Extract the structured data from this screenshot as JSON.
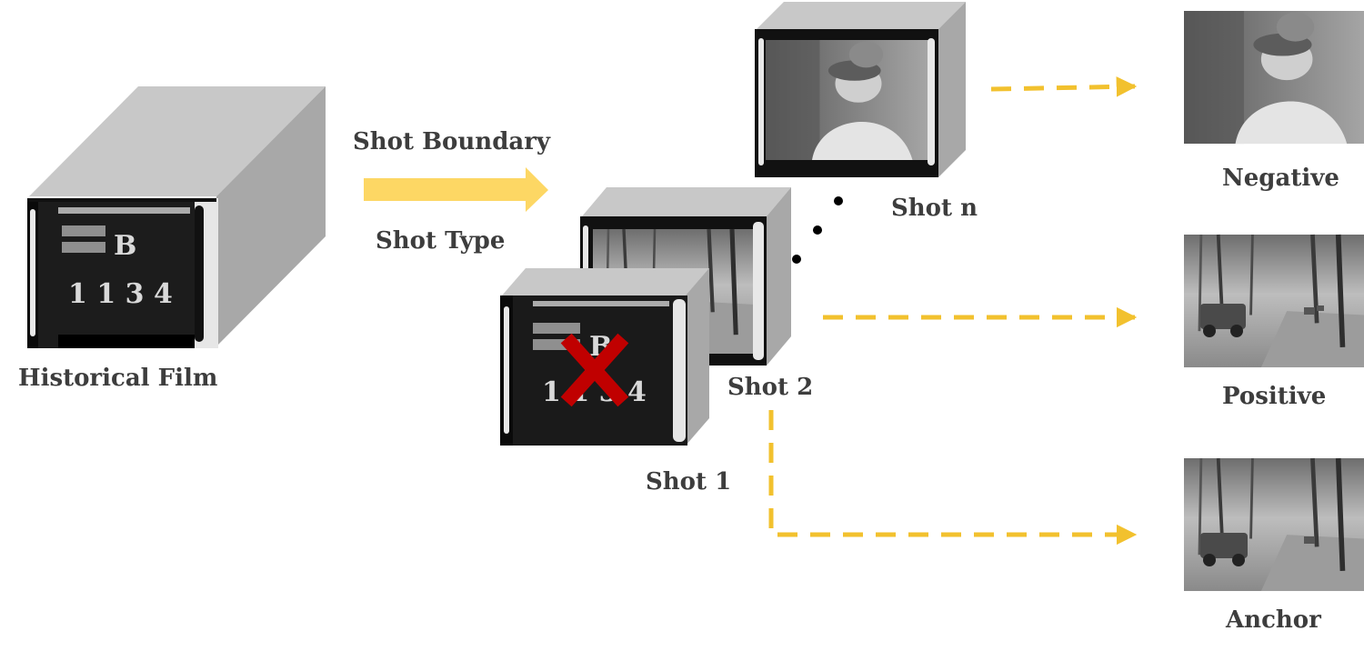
{
  "diagram": {
    "source": {
      "label": "Historical Film"
    },
    "process": {
      "top_label": "Shot Boundary",
      "bottom_label": "Shot Type"
    },
    "shots": [
      {
        "label": "Shot 1",
        "discarded": true
      },
      {
        "label": "Shot 2",
        "discarded": false
      },
      {
        "label": "Shot n",
        "discarded": false
      }
    ],
    "outputs": [
      {
        "label": "Negative"
      },
      {
        "label": "Positive"
      },
      {
        "label": "Anchor"
      }
    ],
    "slate": {
      "letter": "B",
      "number": "1 1 3 4"
    },
    "colors": {
      "accent": "#f2c12e",
      "process_arrow": "#fdd764",
      "cross": "#c00000",
      "box_side": "#a8a8a8",
      "box_top": "#c8c8c8"
    }
  }
}
